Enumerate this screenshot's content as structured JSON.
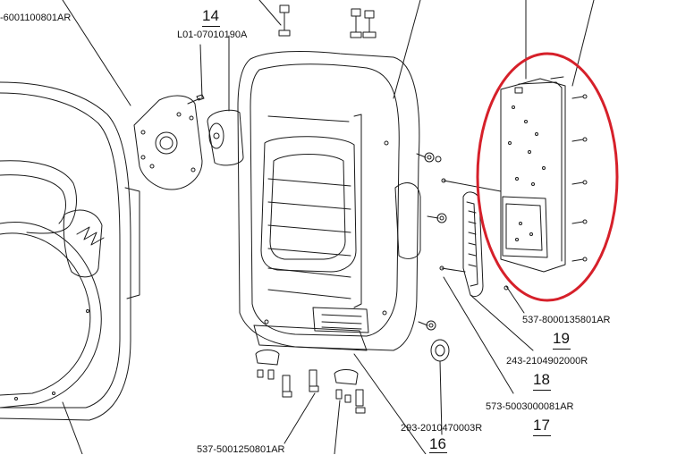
{
  "diagram": {
    "part_labels": {
      "top_left": "-6001100801AR",
      "tweeter": "L01-07010190A",
      "board": "537-8000135801AR",
      "handle": "243-2104902000R",
      "rail": "573-5003000081AR",
      "knob": "293-2010470003R",
      "feet": "537-5001250801AR"
    },
    "callouts": {
      "c14": "14",
      "c19": "19",
      "c18": "18",
      "c17": "17",
      "c16": "16"
    },
    "highlight_color": "#d6202a",
    "line_color": "#1a1a1a"
  }
}
